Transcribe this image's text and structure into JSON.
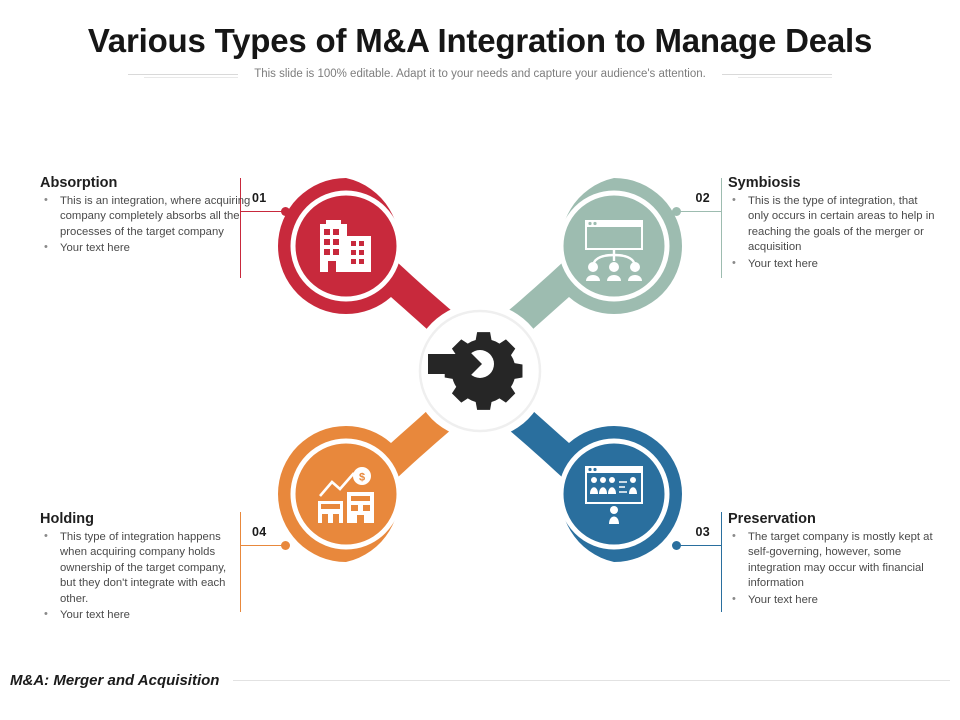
{
  "slide": {
    "title": "Various Types of M&A Integration to Manage Deals",
    "subtitle": "This slide is 100% editable. Adapt it to your needs and capture your audience's attention.",
    "footer_note": "M&A: Merger and Acquisition",
    "background_color": "#ffffff"
  },
  "center": {
    "icon": "gear-arrow-integration-icon",
    "icon_color": "#262626",
    "ring_color": "#f0f0f0"
  },
  "segments": [
    {
      "number": "01",
      "title": "Absorption",
      "color": "#c8293c",
      "icon": "office-buildings-icon",
      "position": "top-left",
      "bullets": [
        "This is an integration, where acquiring company completely absorbs all the processes of the target  company",
        "Your text here"
      ]
    },
    {
      "number": "02",
      "title": "Symbiosis",
      "color": "#9dbcb0",
      "icon": "team-network-board-icon",
      "position": "top-right",
      "bullets": [
        "This is the type of integration, that only occurs in certain areas to help in reaching the goals of the merger  or acquisition",
        "Your text here"
      ]
    },
    {
      "number": "03",
      "title": "Preservation",
      "color": "#2a6f9e",
      "icon": "presentation-screen-people-icon",
      "position": "bottom-right",
      "bullets": [
        "The target  company is mostly kept at self-governing, however, some integration may occur  with financial information",
        "Your text here"
      ]
    },
    {
      "number": "04",
      "title": "Holding",
      "color": "#e8883c",
      "icon": "buildings-growth-dollar-icon",
      "position": "bottom-left",
      "bullets": [
        "This type of integration happens when acquiring company holds ownership of the target company, but they don't integrate with each other.",
        "Your text here"
      ]
    }
  ]
}
